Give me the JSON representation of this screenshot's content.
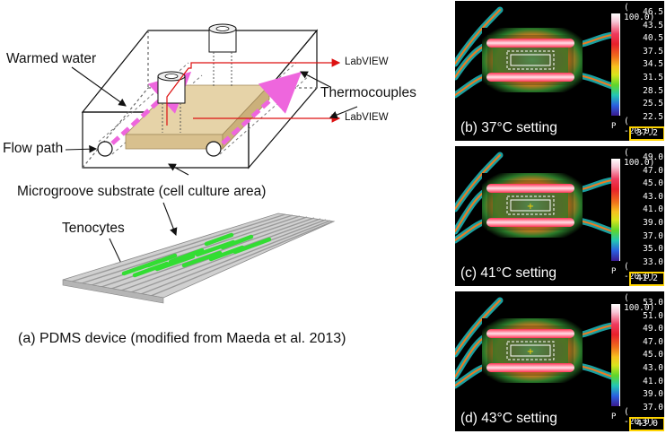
{
  "diagram": {
    "labels": {
      "warmed_water": "Warmed water",
      "flow_path": "Flow path",
      "thermocouples": "Thermocouples",
      "labview_top": "LabVIEW",
      "labview_bottom": "LabVIEW",
      "substrate": "Microgroove substrate (cell culture area)",
      "tenocytes": "Tenocytes"
    },
    "caption": "(a) PDMS device (modified from Maeda et al. 2013)"
  },
  "colors": {
    "frame": "#111111",
    "flow_arrow": "#ee66dd",
    "labview_arrow": "#dd1111",
    "substrate": "#e6d3a8",
    "tenocyte": "#33dd33",
    "groove": "#c8c8c8",
    "reading_box": "#ffd400"
  },
  "panels": [
    {
      "caption": "(b) 37°C setting",
      "scale_max": "( 100.0)",
      "ticks": [
        "46.5",
        "43.5",
        "40.5",
        "37.5",
        "34.5",
        "31.5",
        "28.5",
        "25.5",
        "22.5"
      ],
      "scale_min": "( -20.0)",
      "pin": "P",
      "reading": "37.2"
    },
    {
      "caption": "(c) 41°C setting",
      "scale_max": "( 100.0)",
      "ticks": [
        "49.0",
        "47.0",
        "45.0",
        "43.0",
        "41.0",
        "39.0",
        "37.0",
        "35.0",
        "33.0"
      ],
      "scale_min": "( -20.0)",
      "pin": "P",
      "reading": "41.2"
    },
    {
      "caption": "(d) 43°C setting",
      "scale_max": "( 100.0)",
      "ticks": [
        "53.0",
        "51.0",
        "49.0",
        "47.0",
        "45.0",
        "43.0",
        "41.0",
        "39.0",
        "37.0"
      ],
      "scale_min": "( -20.0)",
      "pin": "P",
      "reading": "43.0"
    }
  ]
}
